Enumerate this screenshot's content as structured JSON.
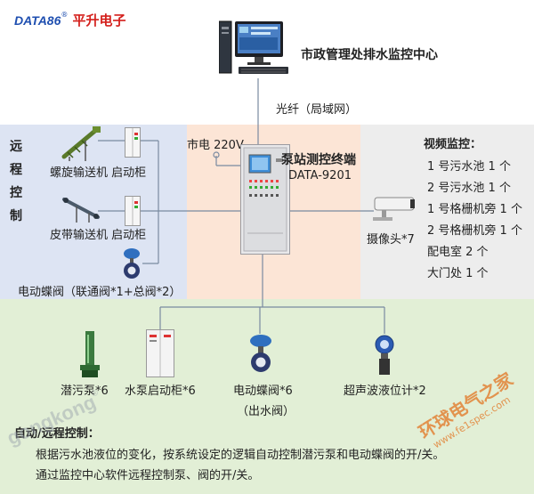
{
  "logo": {
    "brand_en": "DATA86",
    "reg": "®",
    "brand_cn": "平升电子"
  },
  "center": {
    "title": "市政管理处排水监控中心"
  },
  "network": {
    "label": "光纤（局域网）"
  },
  "power": {
    "label": "市电 220V"
  },
  "terminal": {
    "title": "泵站测控终端",
    "model": "DATA-9201"
  },
  "remote": {
    "vertical_label": [
      "远",
      "程",
      "控",
      "制"
    ],
    "screw_conveyor": "螺旋输送机",
    "starter1": "启动柜",
    "belt_conveyor": "皮带输送机",
    "starter2": "启动柜",
    "butterfly": "电动蝶阀（联通阀*1+总阀*2）"
  },
  "video": {
    "title": "视频监控：",
    "items": [
      "1 号污水池 1 个",
      "2 号污水池 1 个",
      "1 号格栅机旁 1 个",
      "2 号格栅机旁 1 个",
      "配电室 2 个",
      "大门处 1 个"
    ],
    "camera_label": "摄像头*7"
  },
  "field": {
    "pump": "潜污泵*6",
    "pump_cabinet": "水泵启动柜*6",
    "valve": "电动蝶阀*6",
    "valve_sub": "（出水阀）",
    "level_meter": "超声波液位计*2"
  },
  "description": {
    "title": "自动/远程控制：",
    "line1": "根据污水池液位的变化，按系统设定的逻辑自动控制潜污泵和电动蝶阀的开/关。",
    "line2": "通过监控中心软件远程控制泵、阀的开/关。"
  },
  "watermarks": {
    "gongkong": "gongkong",
    "reg": "®",
    "site_cn": "环球电气之家",
    "site_url": "www.fe1spec.com"
  },
  "colors": {
    "top_bg": "#ffffff",
    "remote_bg": "#dde4f3",
    "mid_bg": "#fce5d6",
    "video_bg": "#ededed",
    "bottom_bg": "#e2efd6",
    "line": "#7a8aa0",
    "brand_blue": "#1f4fb0",
    "brand_red": "#d4201c"
  }
}
